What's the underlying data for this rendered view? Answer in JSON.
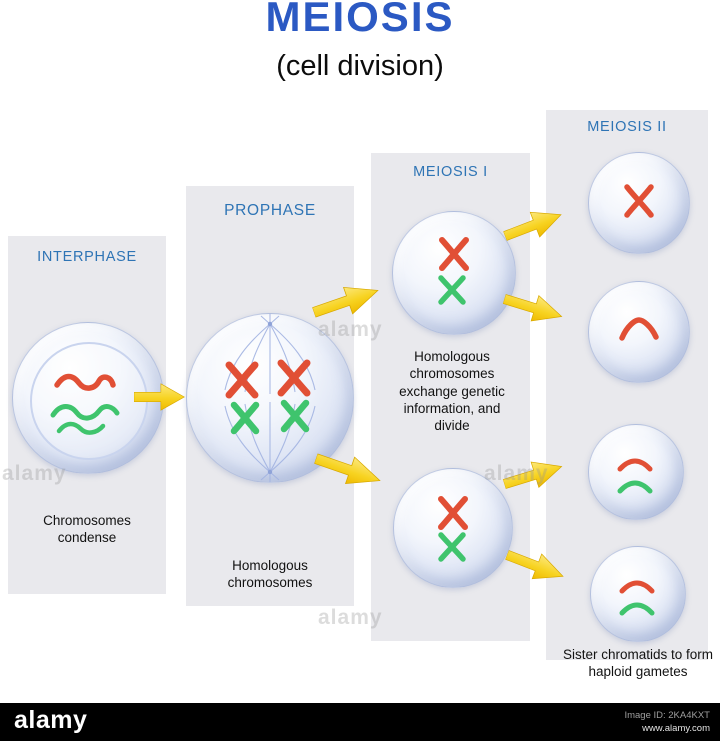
{
  "title": "MEIOSIS",
  "subtitle": "(cell division)",
  "stages": [
    {
      "label": "INTERPHASE",
      "caption": "Chromosomes condense"
    },
    {
      "label": "PROPHASE",
      "caption": "Homologous chromosomes"
    },
    {
      "label": "MEIOSIS I",
      "caption": "Homologous chromosomes exchange genetic information, and divide"
    },
    {
      "label": "MEIOSIS II",
      "caption": "Sister chromatids to form haploid gametes"
    }
  ],
  "watermark": "alamy",
  "footer": {
    "brand": "alamy",
    "image_id": "Image ID: 2KA4KXT",
    "website": "www.alamy.com"
  },
  "colors": {
    "title_blue": "#2b59c3",
    "stage_label_blue": "#2e74b5",
    "chromosome_red": "#e14f35",
    "chromosome_green": "#3fc46d",
    "arrow_yellow": "#f7d321",
    "panel_gray": "#e9e9ed"
  }
}
